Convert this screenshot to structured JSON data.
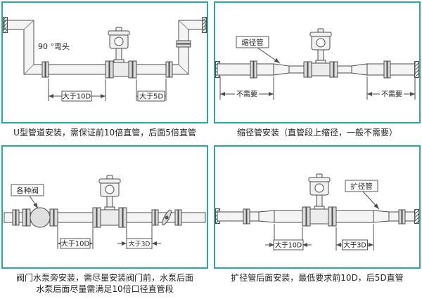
{
  "colors": {
    "panel_border": "#2aa79f",
    "line_color": "#4d4d4d",
    "text_color": "#222222"
  },
  "panels": {
    "u_pipe": {
      "elbow_label": "90 °弯头",
      "dim_left": "大于10D",
      "dim_right": "大于5D",
      "caption": "U型管道安装，需保证前10倍直管，后面5倍直管"
    },
    "reducer": {
      "label": "缩径管",
      "note_left": "不需要",
      "note_right": "不需要",
      "caption": "缩径管安装（直管段上缩径，一般不需要）"
    },
    "valve": {
      "label": "各种阀",
      "dim_left": "大于10D",
      "dim_right": "大于3D",
      "caption_line1": "阀门水泵旁安装，需尽量安装阀门前，水泵后面",
      "caption_line2": "水泵后面尽量需满足10倍口径直管段"
    },
    "expander": {
      "label": "扩径管",
      "dim_left": "大于10D",
      "dim_right": "大于3D",
      "caption": "扩径管后面安装，最低要求前10D，后5D直管"
    }
  }
}
